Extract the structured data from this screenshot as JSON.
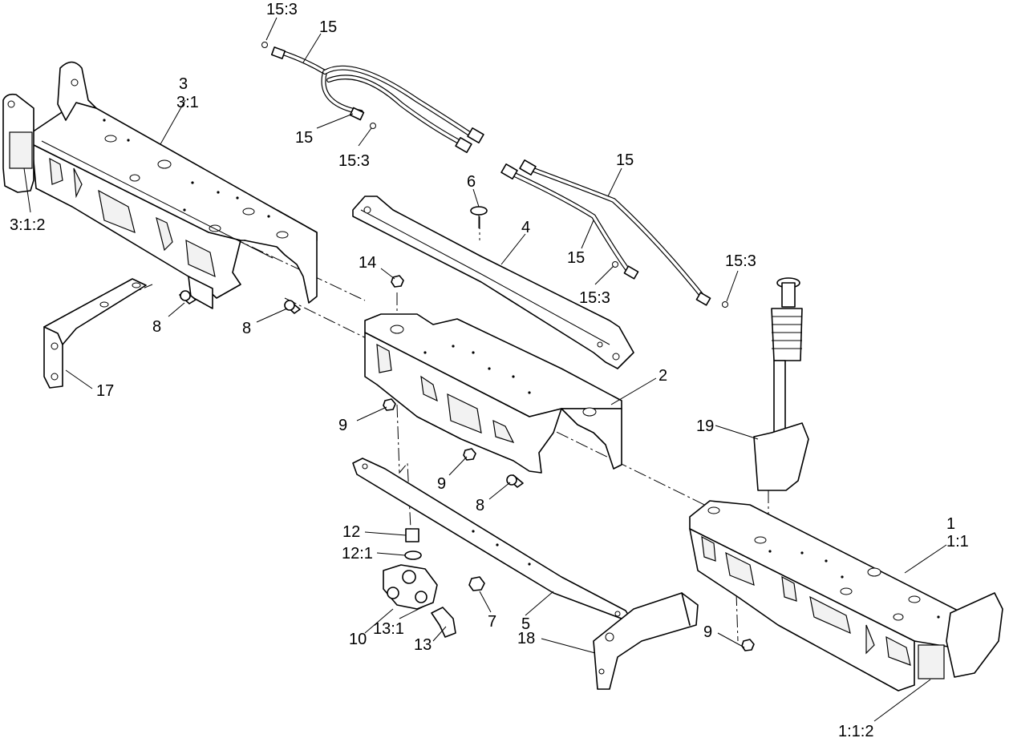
{
  "callouts": {
    "c15_3_a": "15:3",
    "c15_a": "15",
    "c15_b": "15",
    "c15_3_b": "15:3",
    "c3": "3",
    "c3_1": "3:1",
    "c3_1_2": "3:1:2",
    "c6": "6",
    "c4": "4",
    "c15_c": "15",
    "c15_d": "15",
    "c15_3_c": "15:3",
    "c15_3_d": "15:3",
    "c14": "14",
    "c8_a": "8",
    "c8_b": "8",
    "c17": "17",
    "c2": "2",
    "c9_a": "9",
    "c19": "19",
    "c9_b": "9",
    "c8_c": "8",
    "c12": "12",
    "c12_1": "12:1",
    "c1": "1",
    "c1_1": "1:1",
    "c7": "7",
    "c5": "5",
    "c10": "10",
    "c13_1": "13:1",
    "c13": "13",
    "c18": "18",
    "c9_c": "9",
    "c1_1_2": "1:1:2"
  }
}
